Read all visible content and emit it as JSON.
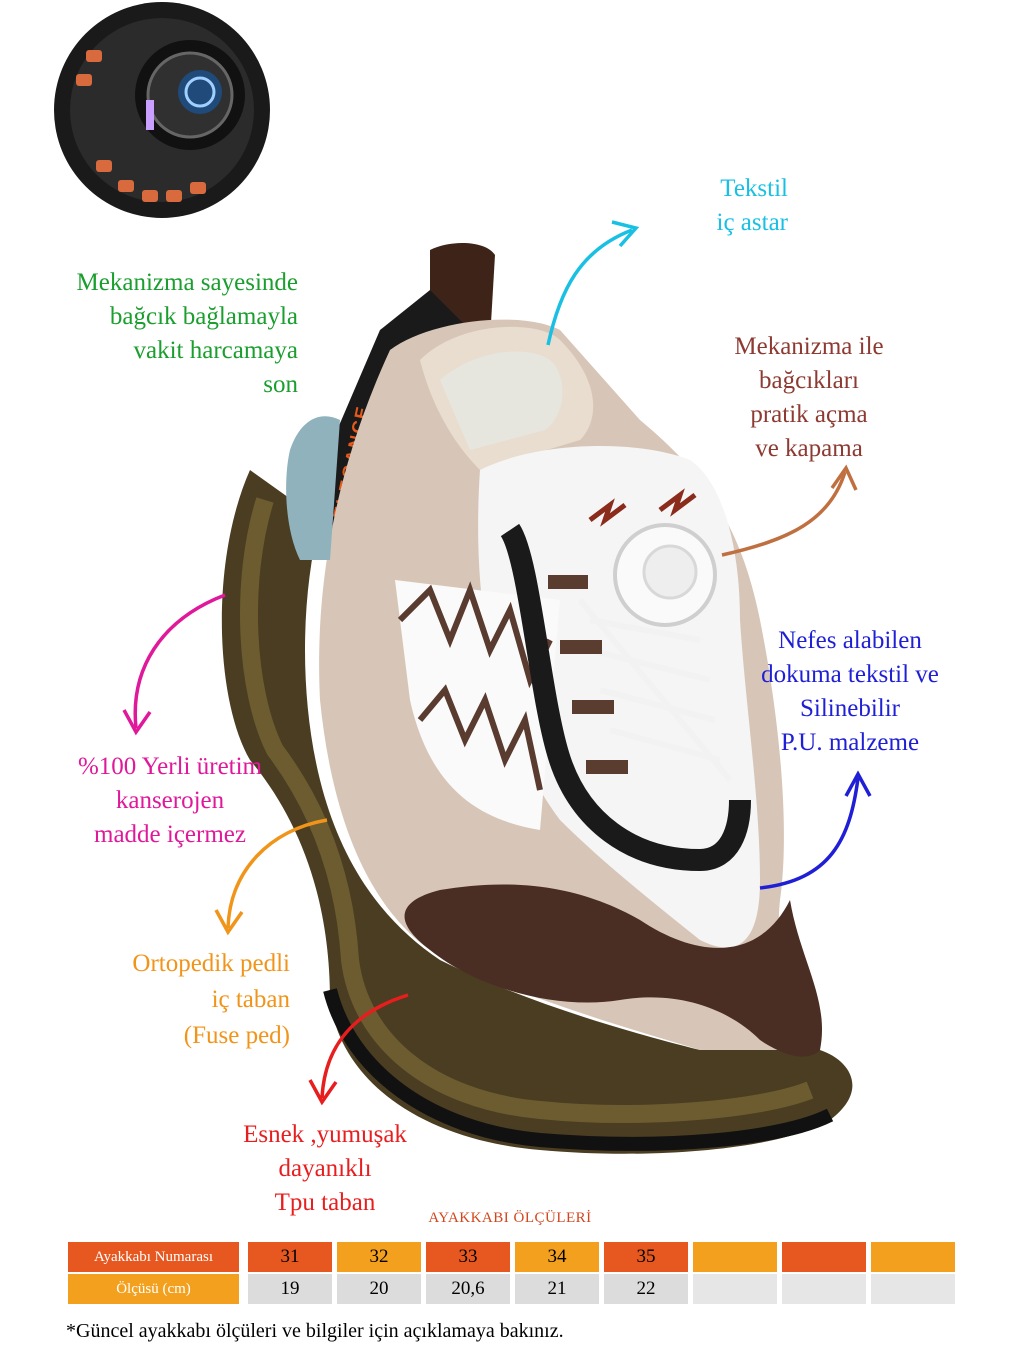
{
  "colors": {
    "green": "#1a9e2e",
    "cyan": "#19c0e4",
    "brown_text": "#8c3a32",
    "brown_arrow": "#c07040",
    "blue": "#1f1fd6",
    "magenta": "#e0189a",
    "orange": "#f0941a",
    "red": "#e81e1e",
    "table_orange_dark": "#e6581f",
    "table_orange_light": "#f3a01f",
    "table_grey": "#dcdcdc"
  },
  "callouts": {
    "mechanism_time": "Mekanizma sayesinde\nbağcık bağlamayla\nvakit harcamaya\nson",
    "textile_lining": "Tekstil\niç astar",
    "mechanism_open_close": "Mekanizma ile\nbağcıkları\npratik açma\nve kapama",
    "breathable": "Nefes alabilen\ndokuma tekstil  ve\nSilinebilir\nP.U. malzeme",
    "local_production": "%100 Yerli üretim\nkanserojen\nmadde içermez",
    "orthopedic": "Ortopedik pedli\niç taban\n(Fuse ped)",
    "flexible_sole": "Esnek ,yumuşak\ndayanıklı\nTpu taban"
  },
  "brand_text": "ELEGANCE",
  "size_table": {
    "title": "AYAKKABI ÖLÇÜLERİ",
    "row1_label": "Ayakkabı Numarası",
    "row2_label": "Ölçüsü (cm)",
    "sizes": [
      "31",
      "32",
      "33",
      "34",
      "35",
      "",
      "",
      ""
    ],
    "measures": [
      "19",
      "20",
      "20,6",
      "21",
      "22",
      "",
      "",
      ""
    ]
  },
  "footnote": "*Güncel ayakkabı ölçüleri ve bilgiler için açıklamaya bakınız."
}
